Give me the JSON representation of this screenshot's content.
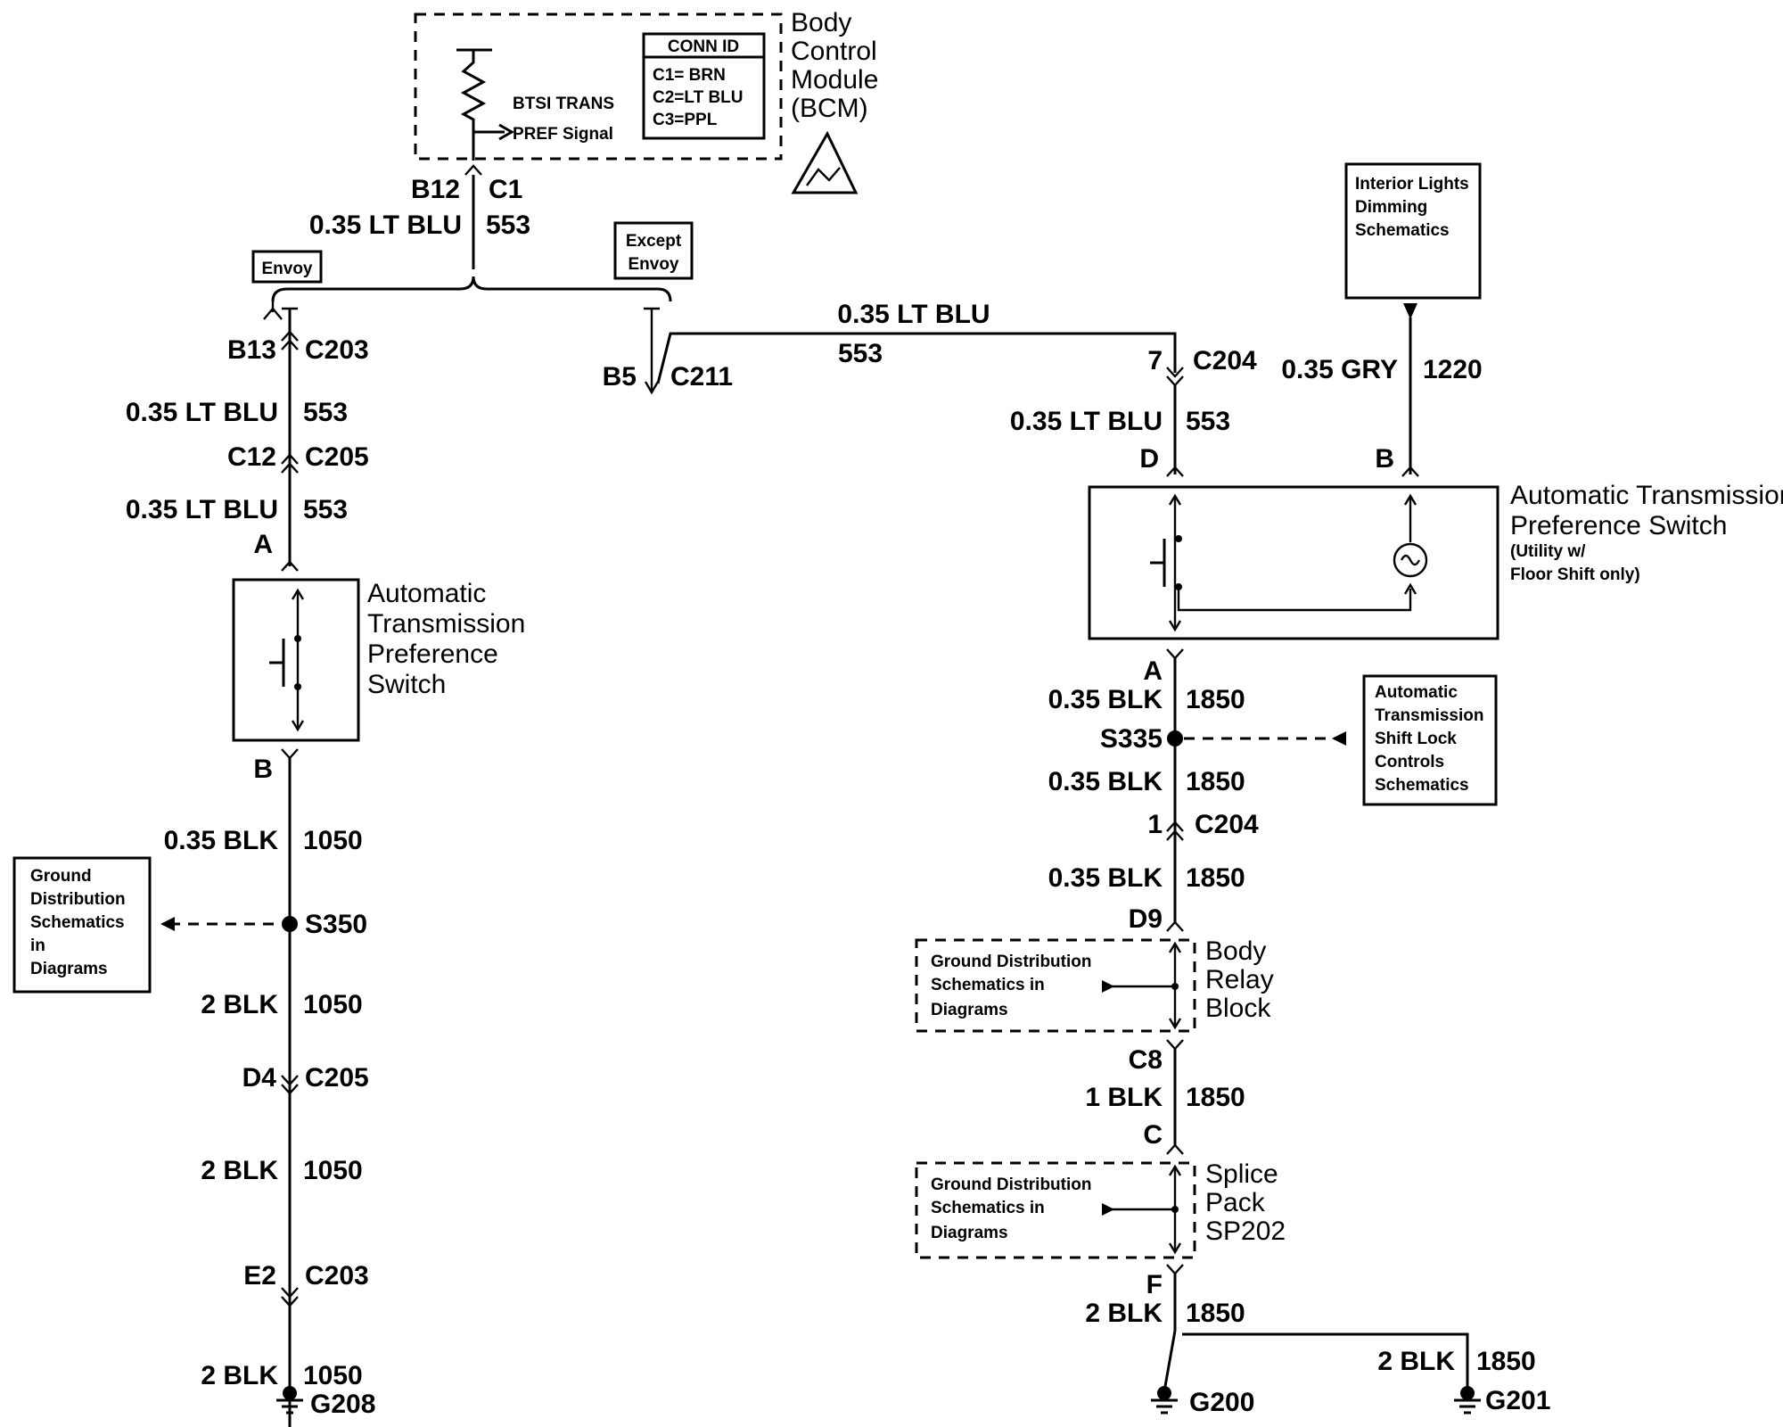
{
  "bcm": {
    "title_lines": [
      "Body",
      "Control",
      "Module",
      "(BCM)"
    ],
    "signal_lines": [
      "BTSI TRANS",
      "PREF Signal"
    ],
    "conn_id": {
      "header": "CONN ID",
      "rows": [
        "C1= BRN",
        "C2=LT BLU",
        "C3=PPL"
      ]
    },
    "pin": "B12",
    "connector": "C1"
  },
  "wires": {
    "w1_top": {
      "size": "0.35 LT BLU",
      "circuit": "553"
    },
    "w2_left_a": {
      "size": "0.35 LT BLU",
      "circuit": "553"
    },
    "w3_left_b": {
      "size": "0.35 LT BLU",
      "circuit": "553"
    },
    "w4_left_c": {
      "size": "0.35 BLK",
      "circuit": "1050"
    },
    "w5_left_d": {
      "size": "2 BLK",
      "circuit": "1050"
    },
    "w6_left_e": {
      "size": "2 BLK",
      "circuit": "1050"
    },
    "w7_left_f": {
      "size": "2 BLK",
      "circuit": "1050"
    },
    "w8_mid": {
      "size": "0.35 LT BLU",
      "circuit": "553"
    },
    "w9_right_a": {
      "size": "0.35 LT BLU",
      "circuit": "553"
    },
    "w10_gry": {
      "size": "0.35 GRY",
      "circuit": "1220"
    },
    "w11_right_b": {
      "size": "0.35 BLK",
      "circuit": "1850"
    },
    "w12_right_c": {
      "size": "0.35 BLK",
      "circuit": "1850"
    },
    "w13_right_d": {
      "size": "0.35 BLK",
      "circuit": "1850"
    },
    "w14_right_e": {
      "size": "1 BLK",
      "circuit": "1850"
    },
    "w15_right_f": {
      "size": "2 BLK",
      "circuit": "1850"
    },
    "w16_g201": {
      "size": "2 BLK",
      "circuit": "1850"
    }
  },
  "options": {
    "envoy": "Envoy",
    "except_envoy_lines": [
      "Except",
      "Envoy"
    ]
  },
  "left": {
    "c203_pin": "B13",
    "c203": "C203",
    "c205_pin": "C12",
    "c205": "C205",
    "switch_pin_a": "A",
    "switch_lines": [
      "Automatic",
      "Transmission",
      "Preference",
      "Switch"
    ],
    "switch_pin_b": "B",
    "splice": "S350",
    "gnd_ref_lines": [
      "Ground",
      "Distribution",
      "Schematics",
      "in",
      "Diagrams"
    ],
    "c205b_pin": "D4",
    "c205b": "C205",
    "c203b_pin": "E2",
    "c203b": "C203",
    "ground": "G208"
  },
  "middle": {
    "c211_pin": "B5",
    "c211": "C211"
  },
  "right": {
    "c204_pin": "7",
    "c204": "C204",
    "switch_pin_d": "D",
    "switch_pin_b": "B",
    "switch_title_lines": [
      "Automatic Transmission",
      "Preference Switch"
    ],
    "switch_note_lines": [
      "(Utility w/",
      "Floor Shift only)"
    ],
    "switch_pin_a": "A",
    "interior_ref_lines": [
      "Interior Lights",
      "Dimming",
      "Schematics"
    ],
    "splice": "S335",
    "shift_ref_lines": [
      "Automatic",
      "Transmission",
      "Shift Lock",
      "Controls",
      "Schematics"
    ],
    "c204b_pin": "1",
    "c204b": "C204",
    "brb_pin": "D9",
    "brb_lines": [
      "Body",
      "Relay",
      "Block"
    ],
    "gnd_ref1_lines": [
      "Ground Distribution",
      "Schematics in",
      "Diagrams"
    ],
    "brb_pin2": "C8",
    "sp_pin": "C",
    "sp_lines": [
      "Splice",
      "Pack",
      "SP202"
    ],
    "gnd_ref2_lines": [
      "Ground Distribution",
      "Schematics in",
      "Diagrams"
    ],
    "sp_pin2": "F",
    "ground1": "G200",
    "ground2": "G201"
  }
}
